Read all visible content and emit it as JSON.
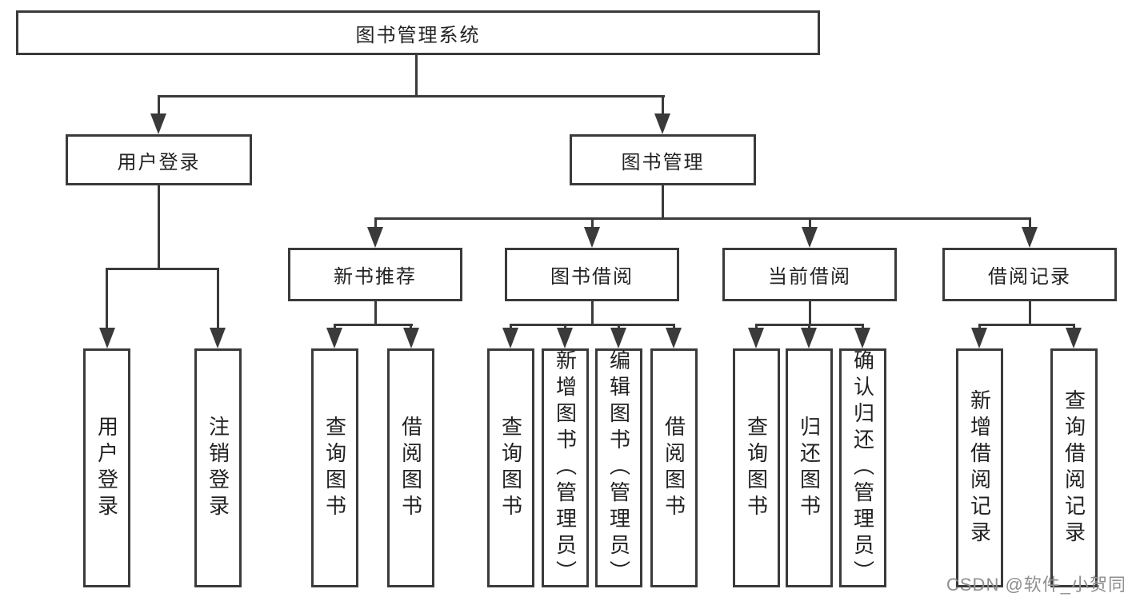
{
  "diagram": {
    "title": "图书管理系统",
    "level2": [
      {
        "label": "用户登录"
      },
      {
        "label": "图书管理"
      }
    ],
    "level3": [
      {
        "label": "新书推荐"
      },
      {
        "label": "图书借阅"
      },
      {
        "label": "当前借阅"
      },
      {
        "label": "借阅记录"
      }
    ],
    "leaves": {
      "user_login": [
        "用户登录",
        "注销登录"
      ],
      "new_book": [
        "查询图书",
        "借阅图书"
      ],
      "book_borrow": [
        "查询图书",
        "新增图书（管理员）",
        "编辑图书（管理员）",
        "借阅图书"
      ],
      "current_borrow": [
        "查询图书",
        "归还图书",
        "确认归还（管理员）"
      ],
      "borrow_record": [
        "新增借阅记录",
        "查询借阅记录"
      ]
    },
    "colors": {
      "line": "#3a3a3a",
      "text": "#222222",
      "box_fill": "#ffffff"
    }
  },
  "watermark": {
    "text": "CSDN @软件_小贺同学",
    "color": "#8e8e8e"
  }
}
